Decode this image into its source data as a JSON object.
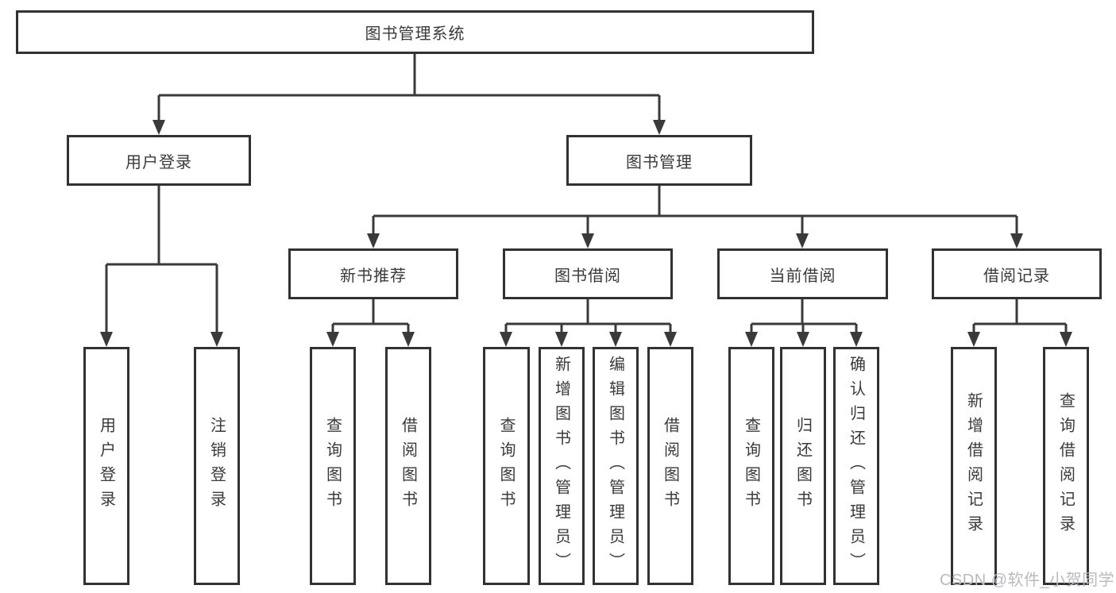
{
  "diagram": {
    "root": "图书管理系统",
    "level1": {
      "user_login": "用户登录",
      "book_mgmt": "图书管理"
    },
    "level2": {
      "new_books": "新书推荐",
      "book_borrow": "图书借阅",
      "current_borrow": "当前借阅",
      "borrow_records": "借阅记录"
    },
    "user_login_children": [
      "用户登录",
      "注销登录"
    ],
    "new_books_children": [
      "查询图书",
      "借阅图书"
    ],
    "book_borrow_children": [
      "查询图书",
      "新增图书（管理员）",
      "编辑图书（管理员）",
      "借阅图书"
    ],
    "current_borrow_children": [
      "查询图书",
      "归还图书",
      "确认归还（管理员）"
    ],
    "borrow_records_children": [
      "新增借阅记录",
      "查询借阅记录"
    ]
  },
  "watermark": "CSDN @软件_小贺同学",
  "colors": {
    "line": "#3a3a3a",
    "box_border": "#323232",
    "text": "#3a3a3a",
    "watermark": "#b7bbc1",
    "background": "#ffffff"
  }
}
